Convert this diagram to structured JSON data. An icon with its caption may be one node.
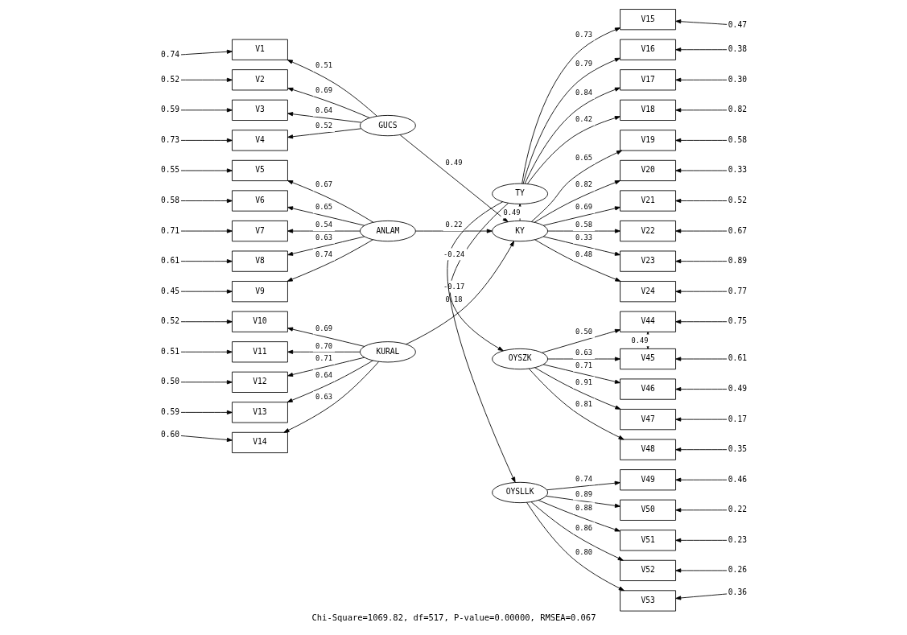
{
  "diagram": {
    "caption": "Chi-Square=1069.82, df=517, P-value=0.00000, RMSEA=0.067",
    "nodes": [
      {
        "text": [
          "V1"
        ]
      },
      {
        "text": [
          "V2"
        ]
      },
      {
        "text": [
          "V3"
        ]
      },
      {
        "text": [
          "V4"
        ]
      },
      {
        "text": [
          "V5"
        ]
      },
      {
        "text": [
          "V6"
        ]
      },
      {
        "text": [
          "V7"
        ]
      },
      {
        "text": [
          "V8"
        ]
      },
      {
        "text": [
          "V9"
        ]
      },
      {
        "text": [
          "V10"
        ]
      },
      {
        "text": [
          "V11"
        ]
      },
      {
        "text": [
          "V12"
        ]
      },
      {
        "text": [
          "V13"
        ]
      },
      {
        "text": [
          "V14"
        ]
      },
      {
        "text": [
          "GUCS"
        ]
      },
      {
        "text": [
          "ANLAM"
        ]
      },
      {
        "text": [
          "KURAL"
        ]
      },
      {
        "text": [
          "TY"
        ]
      },
      {
        "text": [
          "KY"
        ]
      },
      {
        "text": [
          "OYSZK"
        ]
      },
      {
        "text": [
          "OYSLLK"
        ]
      },
      {
        "text": [
          "V15"
        ]
      },
      {
        "text": [
          "V16"
        ]
      },
      {
        "text": [
          "V17"
        ]
      },
      {
        "text": [
          "V18"
        ]
      },
      {
        "text": [
          "V19"
        ]
      },
      {
        "text": [
          "V20"
        ]
      },
      {
        "text": [
          "V21"
        ]
      },
      {
        "text": [
          "V22"
        ]
      },
      {
        "text": [
          "V23"
        ]
      },
      {
        "text": [
          "V24"
        ]
      },
      {
        "text": [
          "V44"
        ]
      },
      {
        "text": [
          "V45"
        ]
      },
      {
        "text": [
          "V46"
        ]
      },
      {
        "text": [
          "V47"
        ]
      },
      {
        "text": [
          "V48"
        ]
      },
      {
        "text": [
          "V49"
        ]
      },
      {
        "text": [
          "V50"
        ]
      },
      {
        "text": [
          "V51"
        ]
      },
      {
        "text": [
          "V52"
        ]
      },
      {
        "text": [
          "V53"
        ]
      }
    ],
    "edges": [
      {
        "from": 14,
        "to": 0,
        "arrow": "to",
        "label": "0.51"
      },
      {
        "from": 14,
        "to": 1,
        "arrow": "to",
        "label": "0.69"
      },
      {
        "from": 14,
        "to": 2,
        "arrow": "to",
        "label": "0.64"
      },
      {
        "from": 14,
        "to": 3,
        "arrow": "to",
        "label": "0.52"
      },
      {
        "from": 15,
        "to": 4,
        "arrow": "to",
        "label": "0.67"
      },
      {
        "from": 15,
        "to": 5,
        "arrow": "to",
        "label": "0.65"
      },
      {
        "from": 15,
        "to": 6,
        "arrow": "to",
        "label": "0.54"
      },
      {
        "from": 15,
        "to": 7,
        "arrow": "to",
        "label": "0.63"
      },
      {
        "from": 15,
        "to": 8,
        "arrow": "to",
        "label": "0.74"
      },
      {
        "from": 16,
        "to": 9,
        "arrow": "to",
        "label": "0.69"
      },
      {
        "from": 16,
        "to": 10,
        "arrow": "to",
        "label": "0.70"
      },
      {
        "from": 16,
        "to": 11,
        "arrow": "to",
        "label": "0.71"
      },
      {
        "from": 16,
        "to": 12,
        "arrow": "to",
        "label": "0.64"
      },
      {
        "from": 16,
        "to": 13,
        "arrow": "to",
        "label": "0.63"
      },
      {
        "from": 14,
        "to": 18,
        "arrow": "to",
        "label": "0.49"
      },
      {
        "from": 15,
        "to": 18,
        "arrow": "to",
        "label": "0.22"
      },
      {
        "from": 16,
        "to": 18,
        "arrow": "to",
        "label": "0.18"
      },
      {
        "from": 18,
        "to": 17,
        "arrow": "to",
        "label": "0.49"
      },
      {
        "from": 17,
        "to": 19,
        "arrow": "to",
        "label": "-0.17"
      },
      {
        "from": 17,
        "to": 20,
        "arrow": "to",
        "label": "-0.24"
      },
      {
        "from": 17,
        "to": 21,
        "arrow": "to",
        "label": "0.73"
      },
      {
        "from": 17,
        "to": 22,
        "arrow": "to",
        "label": "0.79"
      },
      {
        "from": 17,
        "to": 23,
        "arrow": "to",
        "label": "0.84"
      },
      {
        "from": 17,
        "to": 24,
        "arrow": "to",
        "label": "0.42"
      },
      {
        "from": 18,
        "to": 25,
        "arrow": "to",
        "label": "0.65"
      },
      {
        "from": 18,
        "to": 26,
        "arrow": "to",
        "label": "0.82"
      },
      {
        "from": 18,
        "to": 27,
        "arrow": "to",
        "label": "0.69"
      },
      {
        "from": 18,
        "to": 28,
        "arrow": "to",
        "label": "0.58"
      },
      {
        "from": 18,
        "to": 29,
        "arrow": "to",
        "label": "0.33"
      },
      {
        "from": 18,
        "to": 30,
        "arrow": "to",
        "label": "0.48"
      },
      {
        "from": 19,
        "to": 31,
        "arrow": "to",
        "label": "0.50"
      },
      {
        "from": 19,
        "to": 32,
        "arrow": "to",
        "label": "0.63"
      },
      {
        "from": 19,
        "to": 33,
        "arrow": "to",
        "label": "0.71"
      },
      {
        "from": 19,
        "to": 34,
        "arrow": "to",
        "label": "0.91"
      },
      {
        "from": 19,
        "to": 35,
        "arrow": "to",
        "label": "0.81"
      },
      {
        "from": 20,
        "to": 36,
        "arrow": "to",
        "label": "0.74"
      },
      {
        "from": 20,
        "to": 37,
        "arrow": "to",
        "label": "0.89"
      },
      {
        "from": 20,
        "to": 38,
        "arrow": "to",
        "label": "0.88"
      },
      {
        "from": 20,
        "to": 39,
        "arrow": "to",
        "label": "0.86"
      },
      {
        "from": 20,
        "to": 40,
        "arrow": "to",
        "label": "0.80"
      },
      {
        "from": null,
        "to": 0,
        "arrow": "to",
        "label": "0.74"
      },
      {
        "from": null,
        "to": 1,
        "arrow": "to",
        "label": "0.52"
      },
      {
        "from": null,
        "to": 2,
        "arrow": "to",
        "label": "0.59"
      },
      {
        "from": null,
        "to": 3,
        "arrow": "to",
        "label": "0.73"
      },
      {
        "from": null,
        "to": 4,
        "arrow": "to",
        "label": "0.55"
      },
      {
        "from": null,
        "to": 5,
        "arrow": "to",
        "label": "0.58"
      },
      {
        "from": null,
        "to": 6,
        "arrow": "to",
        "label": "0.71"
      },
      {
        "from": null,
        "to": 7,
        "arrow": "to",
        "label": "0.61"
      },
      {
        "from": null,
        "to": 8,
        "arrow": "to",
        "label": "0.45"
      },
      {
        "from": null,
        "to": 9,
        "arrow": "to",
        "label": "0.52"
      },
      {
        "from": null,
        "to": 10,
        "arrow": "to",
        "label": "0.51"
      },
      {
        "from": null,
        "to": 11,
        "arrow": "to",
        "label": "0.50"
      },
      {
        "from": null,
        "to": 12,
        "arrow": "to",
        "label": "0.59"
      },
      {
        "from": null,
        "to": 13,
        "arrow": "to",
        "label": "0.60"
      },
      {
        "from": null,
        "to": 21,
        "arrow": "to",
        "label": "0.47"
      },
      {
        "from": null,
        "to": 22,
        "arrow": "to",
        "label": "0.38"
      },
      {
        "from": null,
        "to": 23,
        "arrow": "to",
        "label": "0.30"
      },
      {
        "from": null,
        "to": 24,
        "arrow": "to",
        "label": "0.82"
      },
      {
        "from": null,
        "to": 25,
        "arrow": "to",
        "label": "0.58"
      },
      {
        "from": null,
        "to": 26,
        "arrow": "to",
        "label": "0.33"
      },
      {
        "from": null,
        "to": 27,
        "arrow": "to",
        "label": "0.52"
      },
      {
        "from": null,
        "to": 28,
        "arrow": "to",
        "label": "0.67"
      },
      {
        "from": null,
        "to": 29,
        "arrow": "to",
        "label": "0.89"
      },
      {
        "from": null,
        "to": 30,
        "arrow": "to",
        "label": "0.77"
      },
      {
        "from": null,
        "to": 31,
        "arrow": "to",
        "label": "0.75"
      },
      {
        "from": null,
        "to": 32,
        "arrow": "to",
        "label": "0.61"
      },
      {
        "from": null,
        "to": 33,
        "arrow": "to",
        "label": "0.49"
      },
      {
        "from": null,
        "to": 34,
        "arrow": "to",
        "label": "0.17"
      },
      {
        "from": null,
        "to": 35,
        "arrow": "to",
        "label": "0.35"
      },
      {
        "from": null,
        "to": 36,
        "arrow": "to",
        "label": "0.46"
      },
      {
        "from": null,
        "to": 37,
        "arrow": "to",
        "label": "0.22"
      },
      {
        "from": null,
        "to": 38,
        "arrow": "to",
        "label": "0.23"
      },
      {
        "from": null,
        "to": 39,
        "arrow": "to",
        "label": "0.26"
      },
      {
        "from": null,
        "to": 40,
        "arrow": "to",
        "label": "0.36"
      },
      {
        "from": 31,
        "to": 32,
        "arrow": "both",
        "label": "0.49"
      }
    ]
  }
}
